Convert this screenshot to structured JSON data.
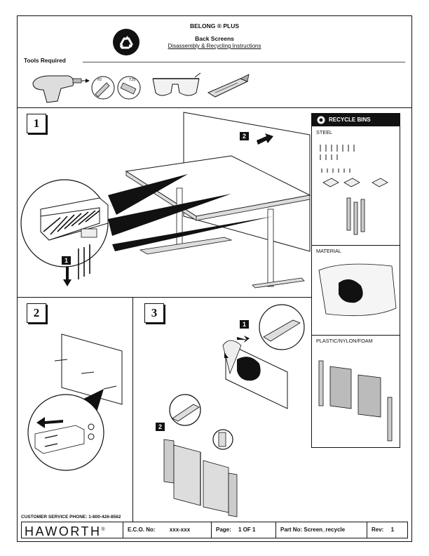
{
  "header": {
    "product": "BELONG ® PLUS",
    "title": "Back Screens",
    "subtitle": "Disassembly & Recycling Instructions"
  },
  "tools": {
    "label": "Tools Required",
    "bit1": "#2",
    "bit2": "T25"
  },
  "steps": {
    "step1": "1",
    "step2": "2",
    "step3": "3",
    "tag1": "1",
    "tag2": "2",
    "step3_tag1": "1",
    "step3_tag2": "2"
  },
  "recycle": {
    "title": "RECYCLE BINS",
    "steel": "STEEL",
    "material": "MATERIAL",
    "plastic": "PLASTIC/NYLON/FOAM"
  },
  "footer": {
    "phone": "CUSTOMER SERVICE PHONE: 1-800-426-8562",
    "brand": "HAWORTH",
    "brand_mark": "®",
    "eco_label": "E.C.O. No:",
    "eco_value": "xxx-xxx",
    "page_label": "Page:",
    "page_value": "1 OF 1",
    "part_label": "Part No:",
    "part_value": "Screen_recycle",
    "rev_label": "Rev:",
    "rev_value": "1"
  }
}
